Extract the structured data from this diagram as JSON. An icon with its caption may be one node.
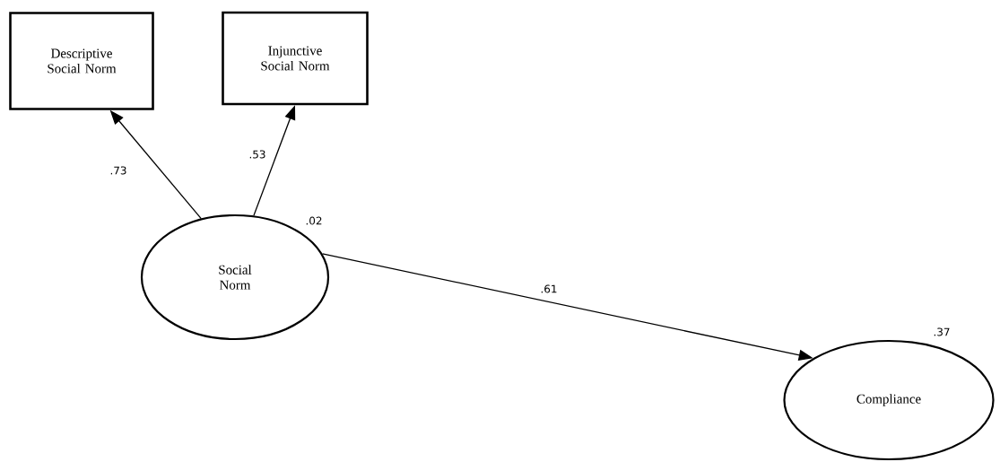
{
  "diagram": {
    "nodes": [
      {
        "text": [
          "Descriptive Social Norm"
        ]
      },
      {
        "text": [
          "Injunctive Social Norm"
        ]
      },
      {
        "text": [
          "Social Norm"
        ],
        "beside": [
          ".02"
        ]
      },
      {
        "text": [
          "Compliance"
        ],
        "beside": [
          ".37"
        ]
      }
    ],
    "edges": [
      {
        "from": 2,
        "to": 0,
        "arrow": "to",
        "label": ".73"
      },
      {
        "from": 2,
        "to": 1,
        "arrow": "to",
        "label": ".53"
      },
      {
        "from": 2,
        "to": 3,
        "arrow": "to",
        "label": ".61"
      }
    ]
  }
}
